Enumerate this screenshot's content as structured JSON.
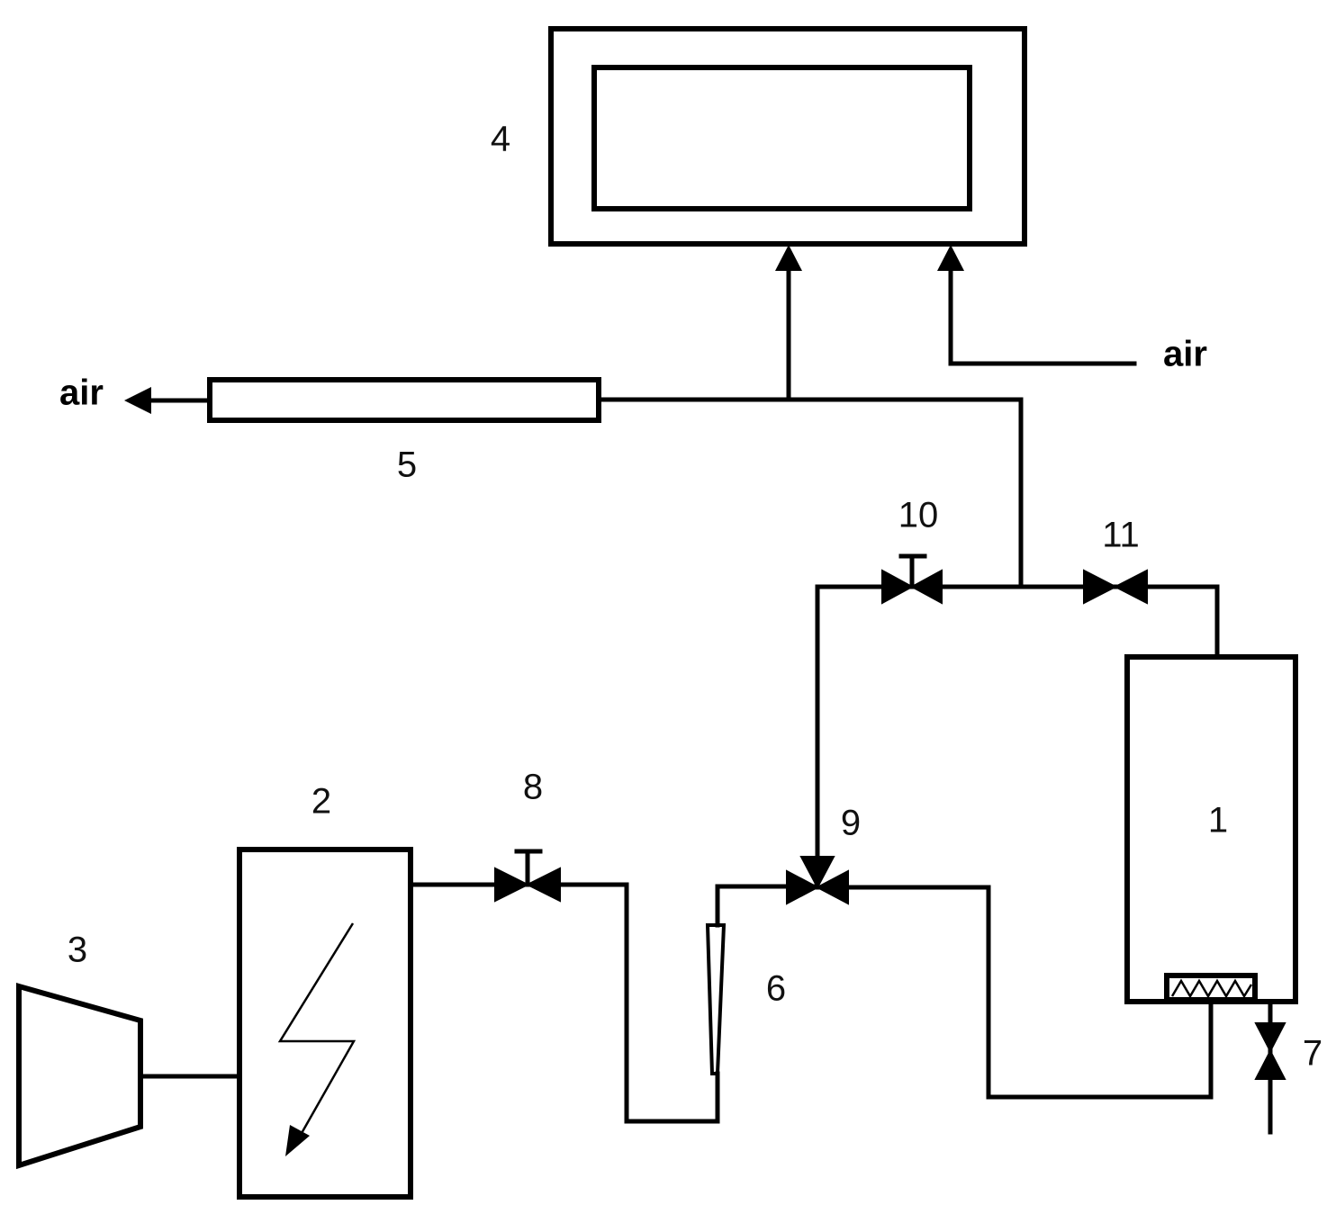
{
  "labels": {
    "n1": "1",
    "n2": "2",
    "n3": "3",
    "n4": "4",
    "n5": "5",
    "n6": "6",
    "n7": "7",
    "n8": "8",
    "n9": "9",
    "n10": "10",
    "n11": "11"
  },
  "streams": {
    "air_out": "air",
    "air_in": "air"
  },
  "colors": {
    "line": "#000000",
    "background": "#ffffff"
  }
}
